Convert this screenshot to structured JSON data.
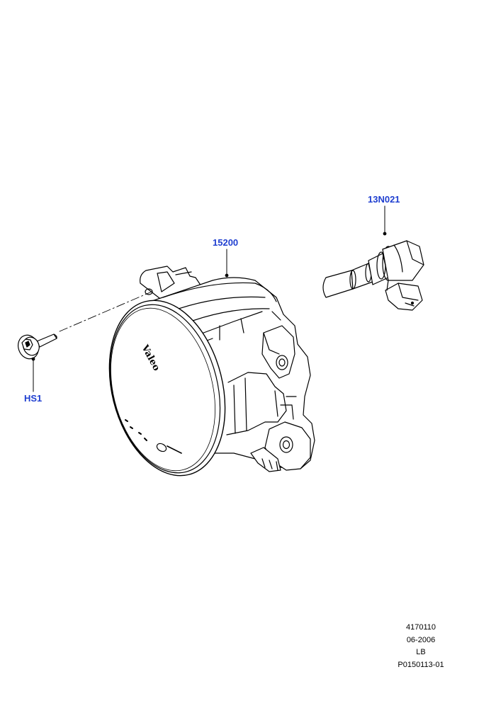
{
  "callouts": {
    "screw": "HS1",
    "fog_lamp": "15200",
    "bulb": "13N021"
  },
  "lamp_brand": "Valeo",
  "footer": {
    "line1": "4170110",
    "line2": "06-2006",
    "line3": "LB",
    "line4": "P0150113-01"
  },
  "colors": {
    "callout_text": "#1f3fd0",
    "line_art": "#000000",
    "background": "#ffffff"
  }
}
